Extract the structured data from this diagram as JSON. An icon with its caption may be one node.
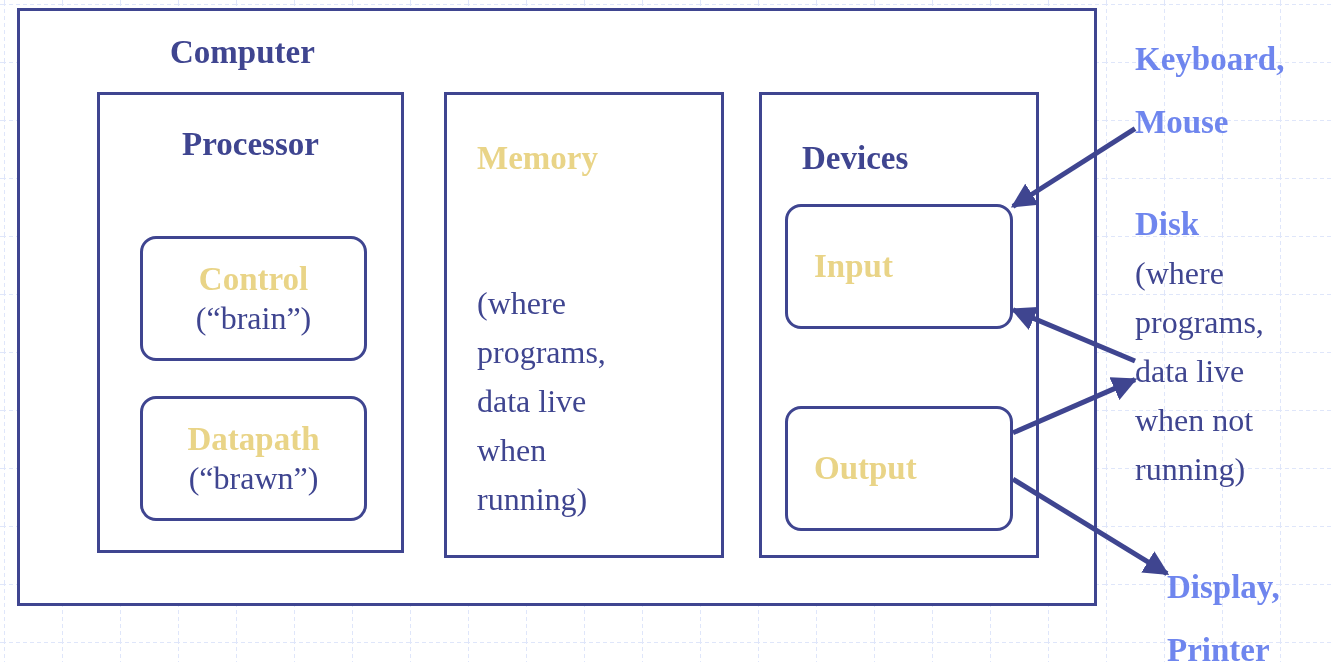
{
  "diagram": {
    "nodes": [
      {
        "text": [
          "Computer"
        ]
      },
      {
        "text": [
          "Processor"
        ],
        "in": 0
      },
      {
        "text": [
          "Control",
          "(“brain”)"
        ],
        "in": 1
      },
      {
        "text": [
          "Datapath",
          "(“brawn”)"
        ],
        "in": 1
      },
      {
        "text": [
          "Memory",
          "(where programs, data live when running)"
        ],
        "in": 0
      },
      {
        "text": [
          "Devices"
        ],
        "in": 0
      },
      {
        "text": [
          "Input"
        ],
        "in": 5
      },
      {
        "text": [
          "Output"
        ],
        "in": 5
      },
      {
        "text": [
          "Keyboard, Mouse"
        ]
      },
      {
        "text": [
          "Disk",
          "(where programs, data live when not running)"
        ]
      },
      {
        "text": [
          "Display, Printer"
        ]
      }
    ],
    "edges": [
      {
        "from": 8,
        "to": 6,
        "arrow": "to"
      },
      {
        "from": 9,
        "to": 6,
        "arrow": "to"
      },
      {
        "from": 7,
        "to": 9,
        "arrow": "to"
      },
      {
        "from": 7,
        "to": 10,
        "arrow": "to"
      }
    ]
  }
}
